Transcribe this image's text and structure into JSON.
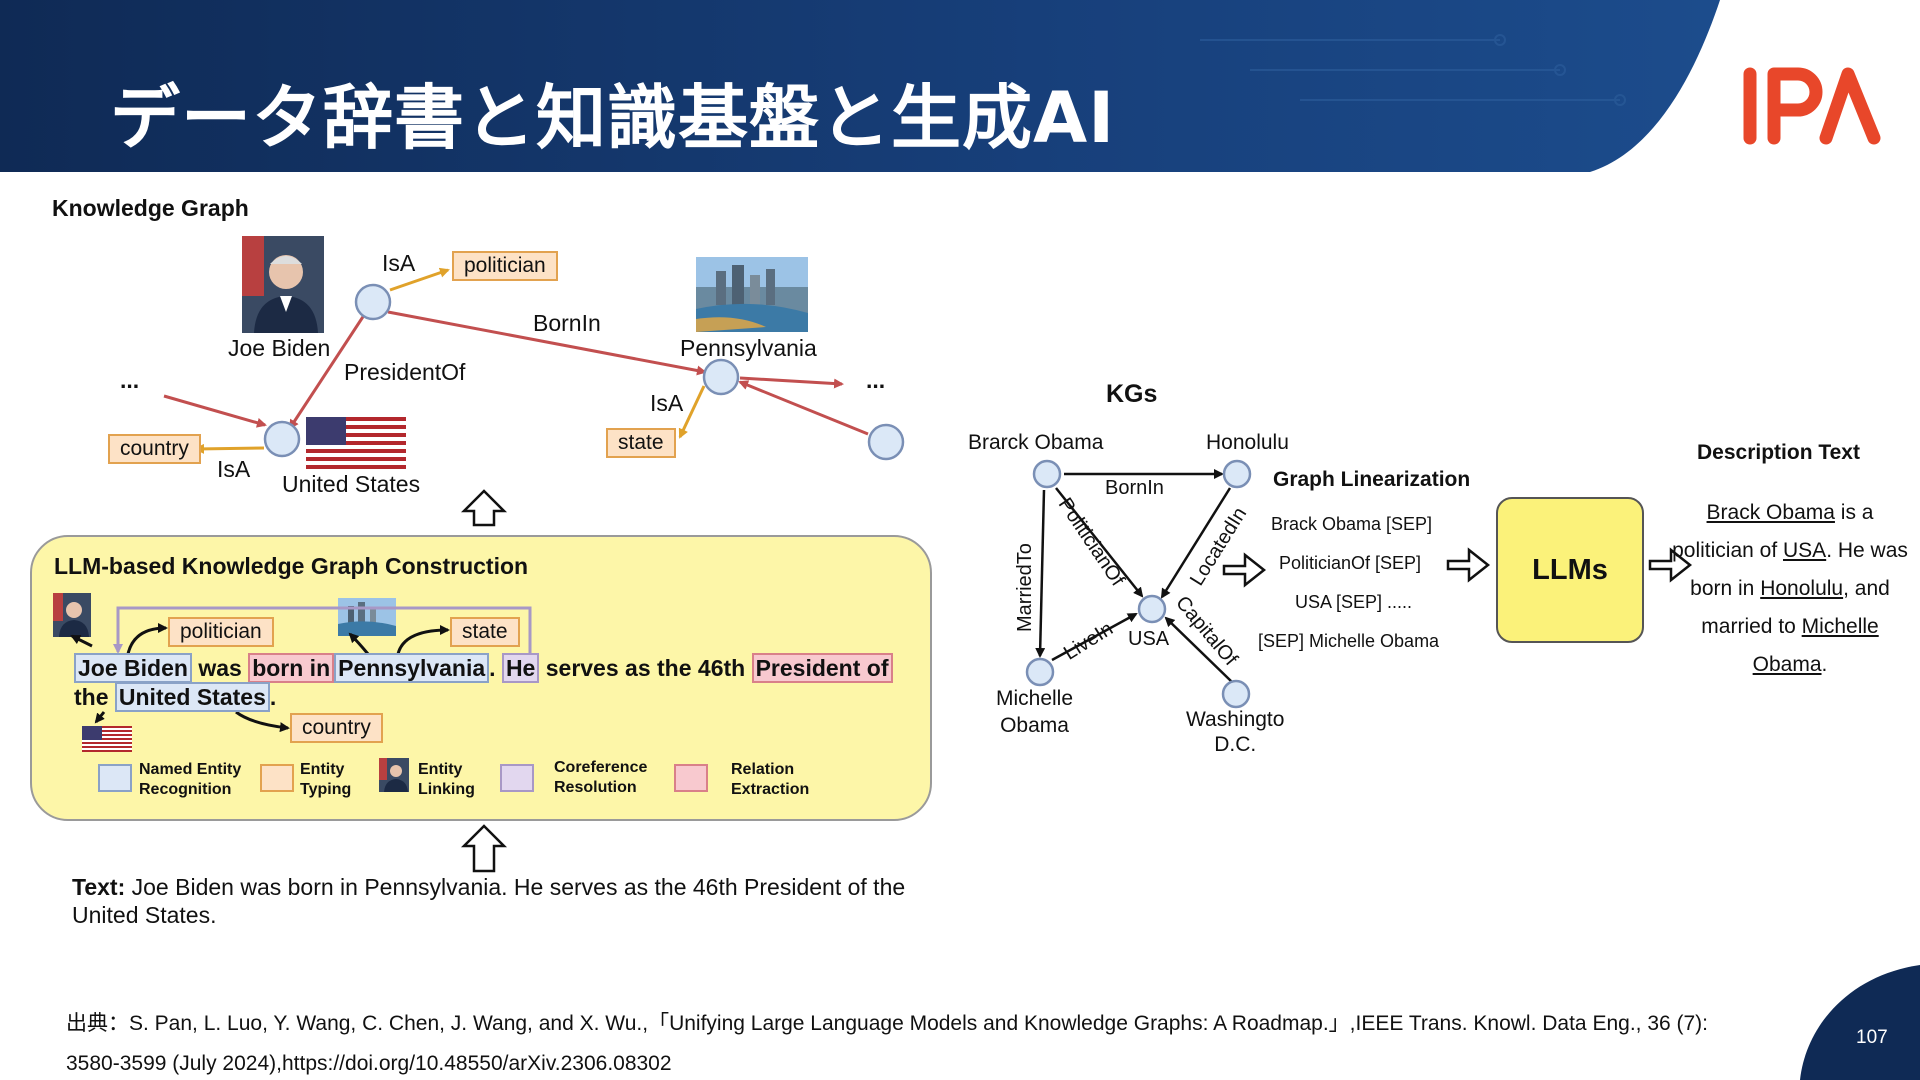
{
  "slide": {
    "title": "データ辞書と知識基盤と生成AI",
    "logo": "IPA",
    "page_number": "107"
  },
  "colors": {
    "header_dark": "#0f2a55",
    "header_mid": "#1c4c8c",
    "logo_red": "#e8472a",
    "node_fill": "#dbe8f7",
    "node_stroke": "#7a8fb5",
    "relation_red": "#c24f4f",
    "isa_orange": "#e0a22a",
    "llm_box_fill": "#fdf6a8",
    "llms_fill": "#fbf27a"
  },
  "knowledge_graph": {
    "title": "Knowledge Graph",
    "entities": {
      "joe_biden": "Joe Biden",
      "pennsylvania": "Pennsylvania",
      "united_states": "United States"
    },
    "types": {
      "politician": "politician",
      "country": "country",
      "state": "state"
    },
    "relations": {
      "isa_1": "IsA",
      "isa_2": "IsA",
      "isa_3": "IsA",
      "born_in": "BornIn",
      "president_of": "PresidentOf"
    },
    "ellipsis_left": "...",
    "ellipsis_right": "..."
  },
  "llm_construction": {
    "title": "LLM-based Knowledge Graph Construction",
    "sentence": {
      "joe_biden": "Joe Biden",
      "was": "was",
      "born_in": "born in",
      "pennsylvania": "Pennsylvania",
      "period_1": ".",
      "he": "He",
      "serves": "serves as the 46th",
      "president_of": "President of",
      "the": "the",
      "united_states": "United States",
      "period_2": "."
    },
    "tags": {
      "politician": "politician",
      "state": "state",
      "country": "country"
    },
    "legend": [
      {
        "line1": "Named Entity",
        "line2": "Recognition"
      },
      {
        "line1": "Entity",
        "line2": "Typing"
      },
      {
        "line1": "Entity",
        "line2": "Linking"
      },
      {
        "line1": "Coreference",
        "line2": "Resolution"
      },
      {
        "line1": "Relation",
        "line2": "Extraction"
      }
    ]
  },
  "input_text": {
    "label": "Text:",
    "body": " Joe Biden was born in Pennsylvania. He serves as the 46th President of the United States."
  },
  "kgs": {
    "title": "KGs",
    "nodes": {
      "barack": "Brarck Obama",
      "honolulu": "Honolulu",
      "usa": "USA",
      "michelle_1": "Michelle",
      "michelle_2": "Obama",
      "washington_1": "Washingto",
      "washington_2": "D.C."
    },
    "edges": {
      "born_in": "BornIn",
      "married_to": "MarriedTo",
      "politician_of": "PoliticianOf",
      "located_in": "LocatedIn",
      "live_in": "LiveIn",
      "capital_of": "CapitalOf"
    }
  },
  "linearization": {
    "title": "Graph Linearization",
    "lines": [
      "Brack Obama [SEP]",
      "PoliticianOf [SEP]",
      "USA [SEP] .....",
      "[SEP] Michelle Obama"
    ]
  },
  "llms": {
    "label": "LLMs"
  },
  "description": {
    "title": "Description Text",
    "parts": {
      "p1": "Brack Obama",
      "p2": " is a politician of ",
      "p3": " USA",
      "p4": ". He was born in ",
      "p5": "Honolulu",
      "p6": ", and married to ",
      "p7": "Michelle Obama",
      "p8": "."
    }
  },
  "citation": {
    "text": "出典：S. Pan, L. Luo, Y. Wang, C. Chen, J. Wang, and X. Wu.,「Unifying Large Language Models and Knowledge Graphs: A Roadmap.」,IEEE Trans. Knowl. Data Eng., 36 (7): 3580-3599 (July 2024),https://doi.org/10.48550/arXiv.2306.08302"
  }
}
